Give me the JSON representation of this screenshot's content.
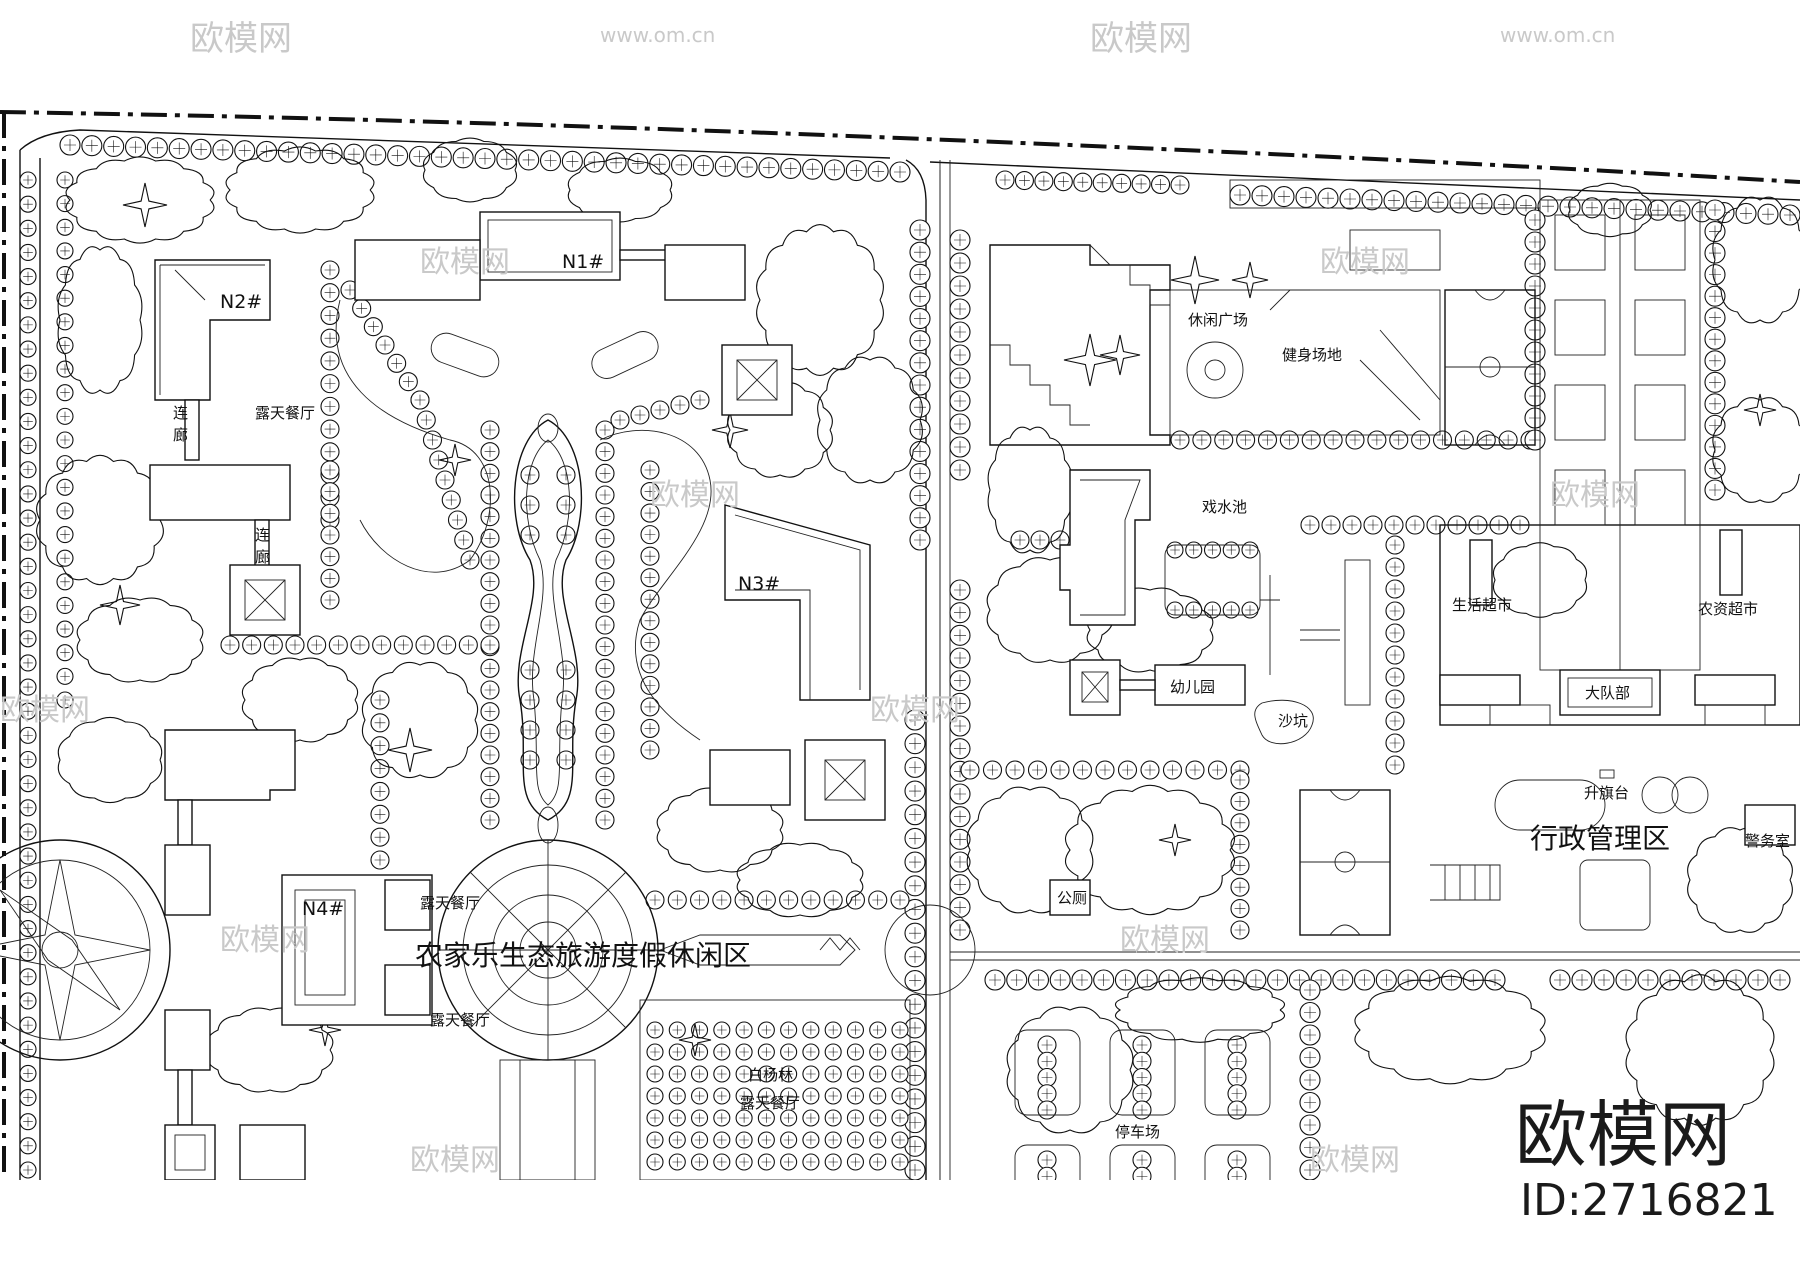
{
  "watermark": {
    "brand": "欧模网",
    "site": "www.om.cn",
    "id_text": "ID:2716821"
  },
  "zones": {
    "leisure_resort": "农家乐生态旅游度假休闲区",
    "admin": "行政管理区"
  },
  "buildings": {
    "n1": "N1#",
    "n2": "N2#",
    "n3": "N3#",
    "n4": "N4#"
  },
  "labels": {
    "open_air_restaurant_1": "露天餐厅",
    "corridor_1": "连\n廊",
    "corridor_2": "连\n廊",
    "open_air_restaurant_2": "露天餐厅",
    "open_air_restaurant_3": "露天餐厅",
    "poplar_forest": "白杨林",
    "open_air_restaurant_4": "露天餐厅",
    "leisure_plaza": "休闲广场",
    "fitness_area": "健身场地",
    "water_play_pool": "戏水池",
    "kindergarten": "幼儿园",
    "sandpit": "沙坑",
    "toilet": "公厕",
    "life_supermarket": "生活超市",
    "farm_supply_supermarket": "农资超市",
    "brigade_hq": "大队部",
    "flag_platform": "升旗台",
    "police_room": "警务室",
    "parking": "停车场"
  }
}
